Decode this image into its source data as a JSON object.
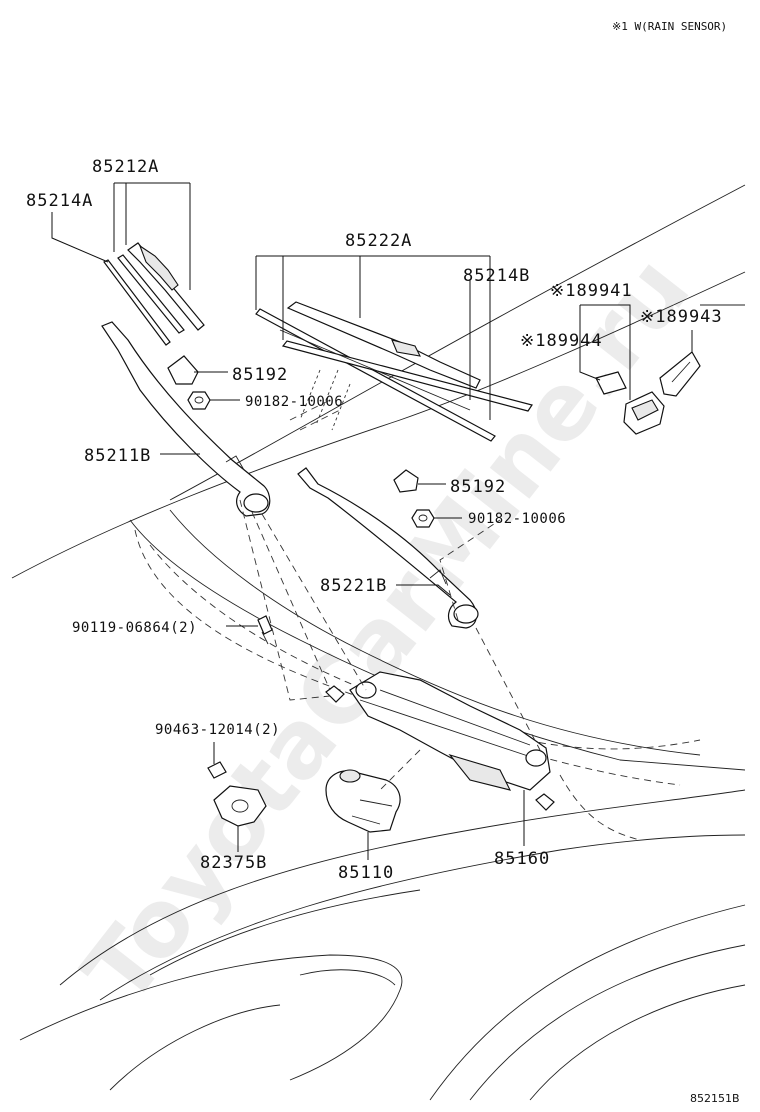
{
  "header_note": "※1 W(RAIN SENSOR)",
  "watermark": "ToyotaCarMine.ru",
  "diagram_code": "852151B",
  "labels": {
    "p85212A": "85212A",
    "p85214A": "85214A",
    "p85222A": "85222A",
    "p85214B": "85214B",
    "p89941": "※189941",
    "p89943": "※189943",
    "p89944": "※189944",
    "p85192_a": "85192",
    "p90182_a": "90182-10006",
    "p85211B": "85211B",
    "p85192_b": "85192",
    "p90182_b": "90182-10006",
    "p85221B": "85221B",
    "p90119": "90119-06864(2)",
    "p90463": "90463-12014(2)",
    "p82375B": "82375B",
    "p85110": "85110",
    "p85160": "85160"
  }
}
